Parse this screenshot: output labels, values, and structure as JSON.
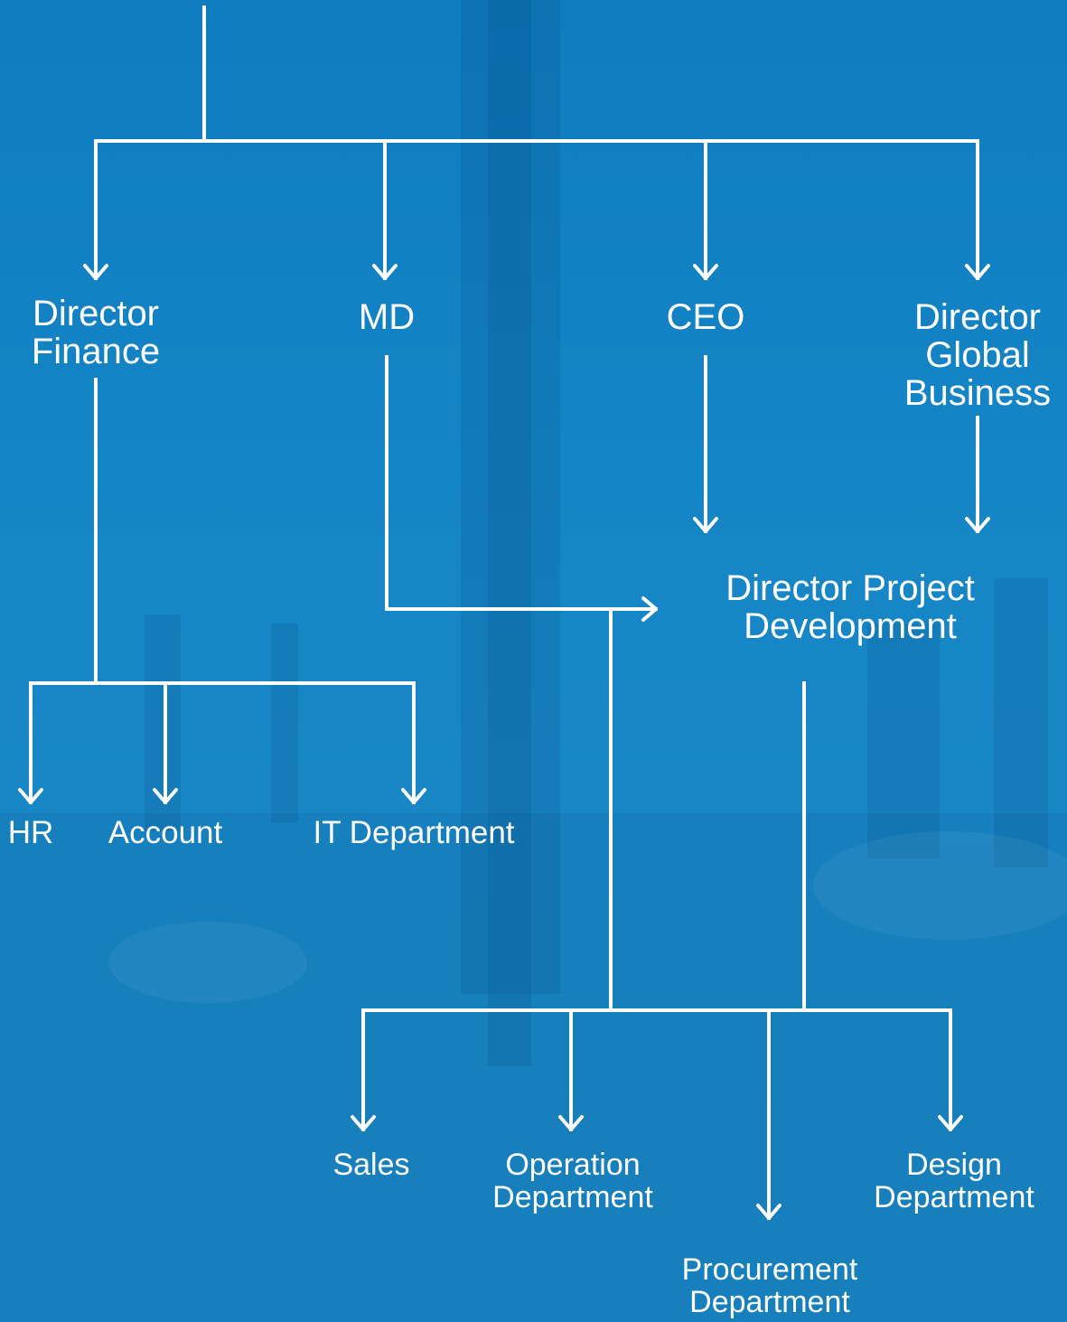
{
  "diagram": {
    "nodes": {
      "director_finance": [
        "Director",
        "Finance"
      ],
      "md": [
        "MD"
      ],
      "ceo": [
        "CEO"
      ],
      "director_global_business": [
        "Director",
        "Global",
        "Business"
      ],
      "director_project_development": [
        "Director Project",
        "Development"
      ],
      "hr": [
        "HR"
      ],
      "account": [
        "Account"
      ],
      "it_department": [
        "IT Department"
      ],
      "sales": [
        "Sales"
      ],
      "operation_department": [
        "Operation",
        "Department"
      ],
      "procurement_department": [
        "Procurement",
        "Department"
      ],
      "design_department": [
        "Design",
        "Department"
      ]
    },
    "line_color": "#ffffff",
    "background_color": "#1283c4"
  }
}
